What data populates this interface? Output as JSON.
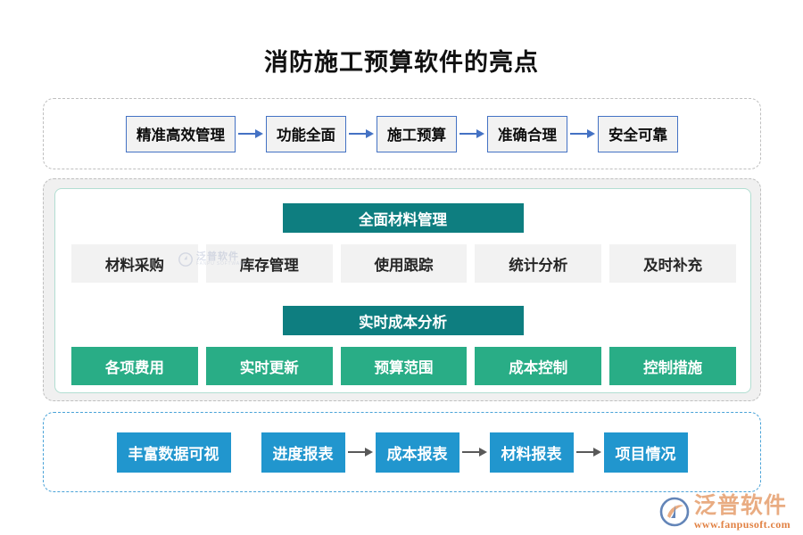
{
  "title": "消防施工预算软件的亮点",
  "colors": {
    "flow_border": "#4472C4",
    "flow_fill": "#F2F2F2",
    "teal": "#0E7E80",
    "green": "#29AD86",
    "blue": "#2196CE",
    "dashed_gray": "#BFBFBF",
    "dashed_blue": "#4AA3D8",
    "mint_border": "#B2DED2"
  },
  "top_section": {
    "boxes": [
      {
        "label": "精准高效管理"
      },
      {
        "label": "功能全面"
      },
      {
        "label": "施工预算"
      },
      {
        "label": "准确合理"
      },
      {
        "label": "安全可靠"
      }
    ],
    "arrows_after": [
      true,
      true,
      true,
      true,
      false
    ]
  },
  "mid_section": {
    "group1": {
      "header": "全面材料管理",
      "chips": [
        "材料采购",
        "库存管理",
        "使用跟踪",
        "统计分析",
        "及时补充"
      ]
    },
    "group2": {
      "header": "实时成本分析",
      "chips": [
        "各项费用",
        "实时更新",
        "预算范围",
        "成本控制",
        "控制措施"
      ]
    }
  },
  "bottom_section": {
    "boxes": [
      {
        "label": "丰富数据可视"
      },
      {
        "label": "进度报表"
      },
      {
        "label": "成本报表"
      },
      {
        "label": "材料报表"
      },
      {
        "label": "项目情况"
      }
    ],
    "arrows_after": [
      false,
      true,
      true,
      true,
      false
    ]
  },
  "watermark": {
    "cn": "泛普软件",
    "en": "FANPU SOFTWARE"
  },
  "logo": {
    "name": "泛普软件",
    "url": "www.fanpusoft.com"
  }
}
